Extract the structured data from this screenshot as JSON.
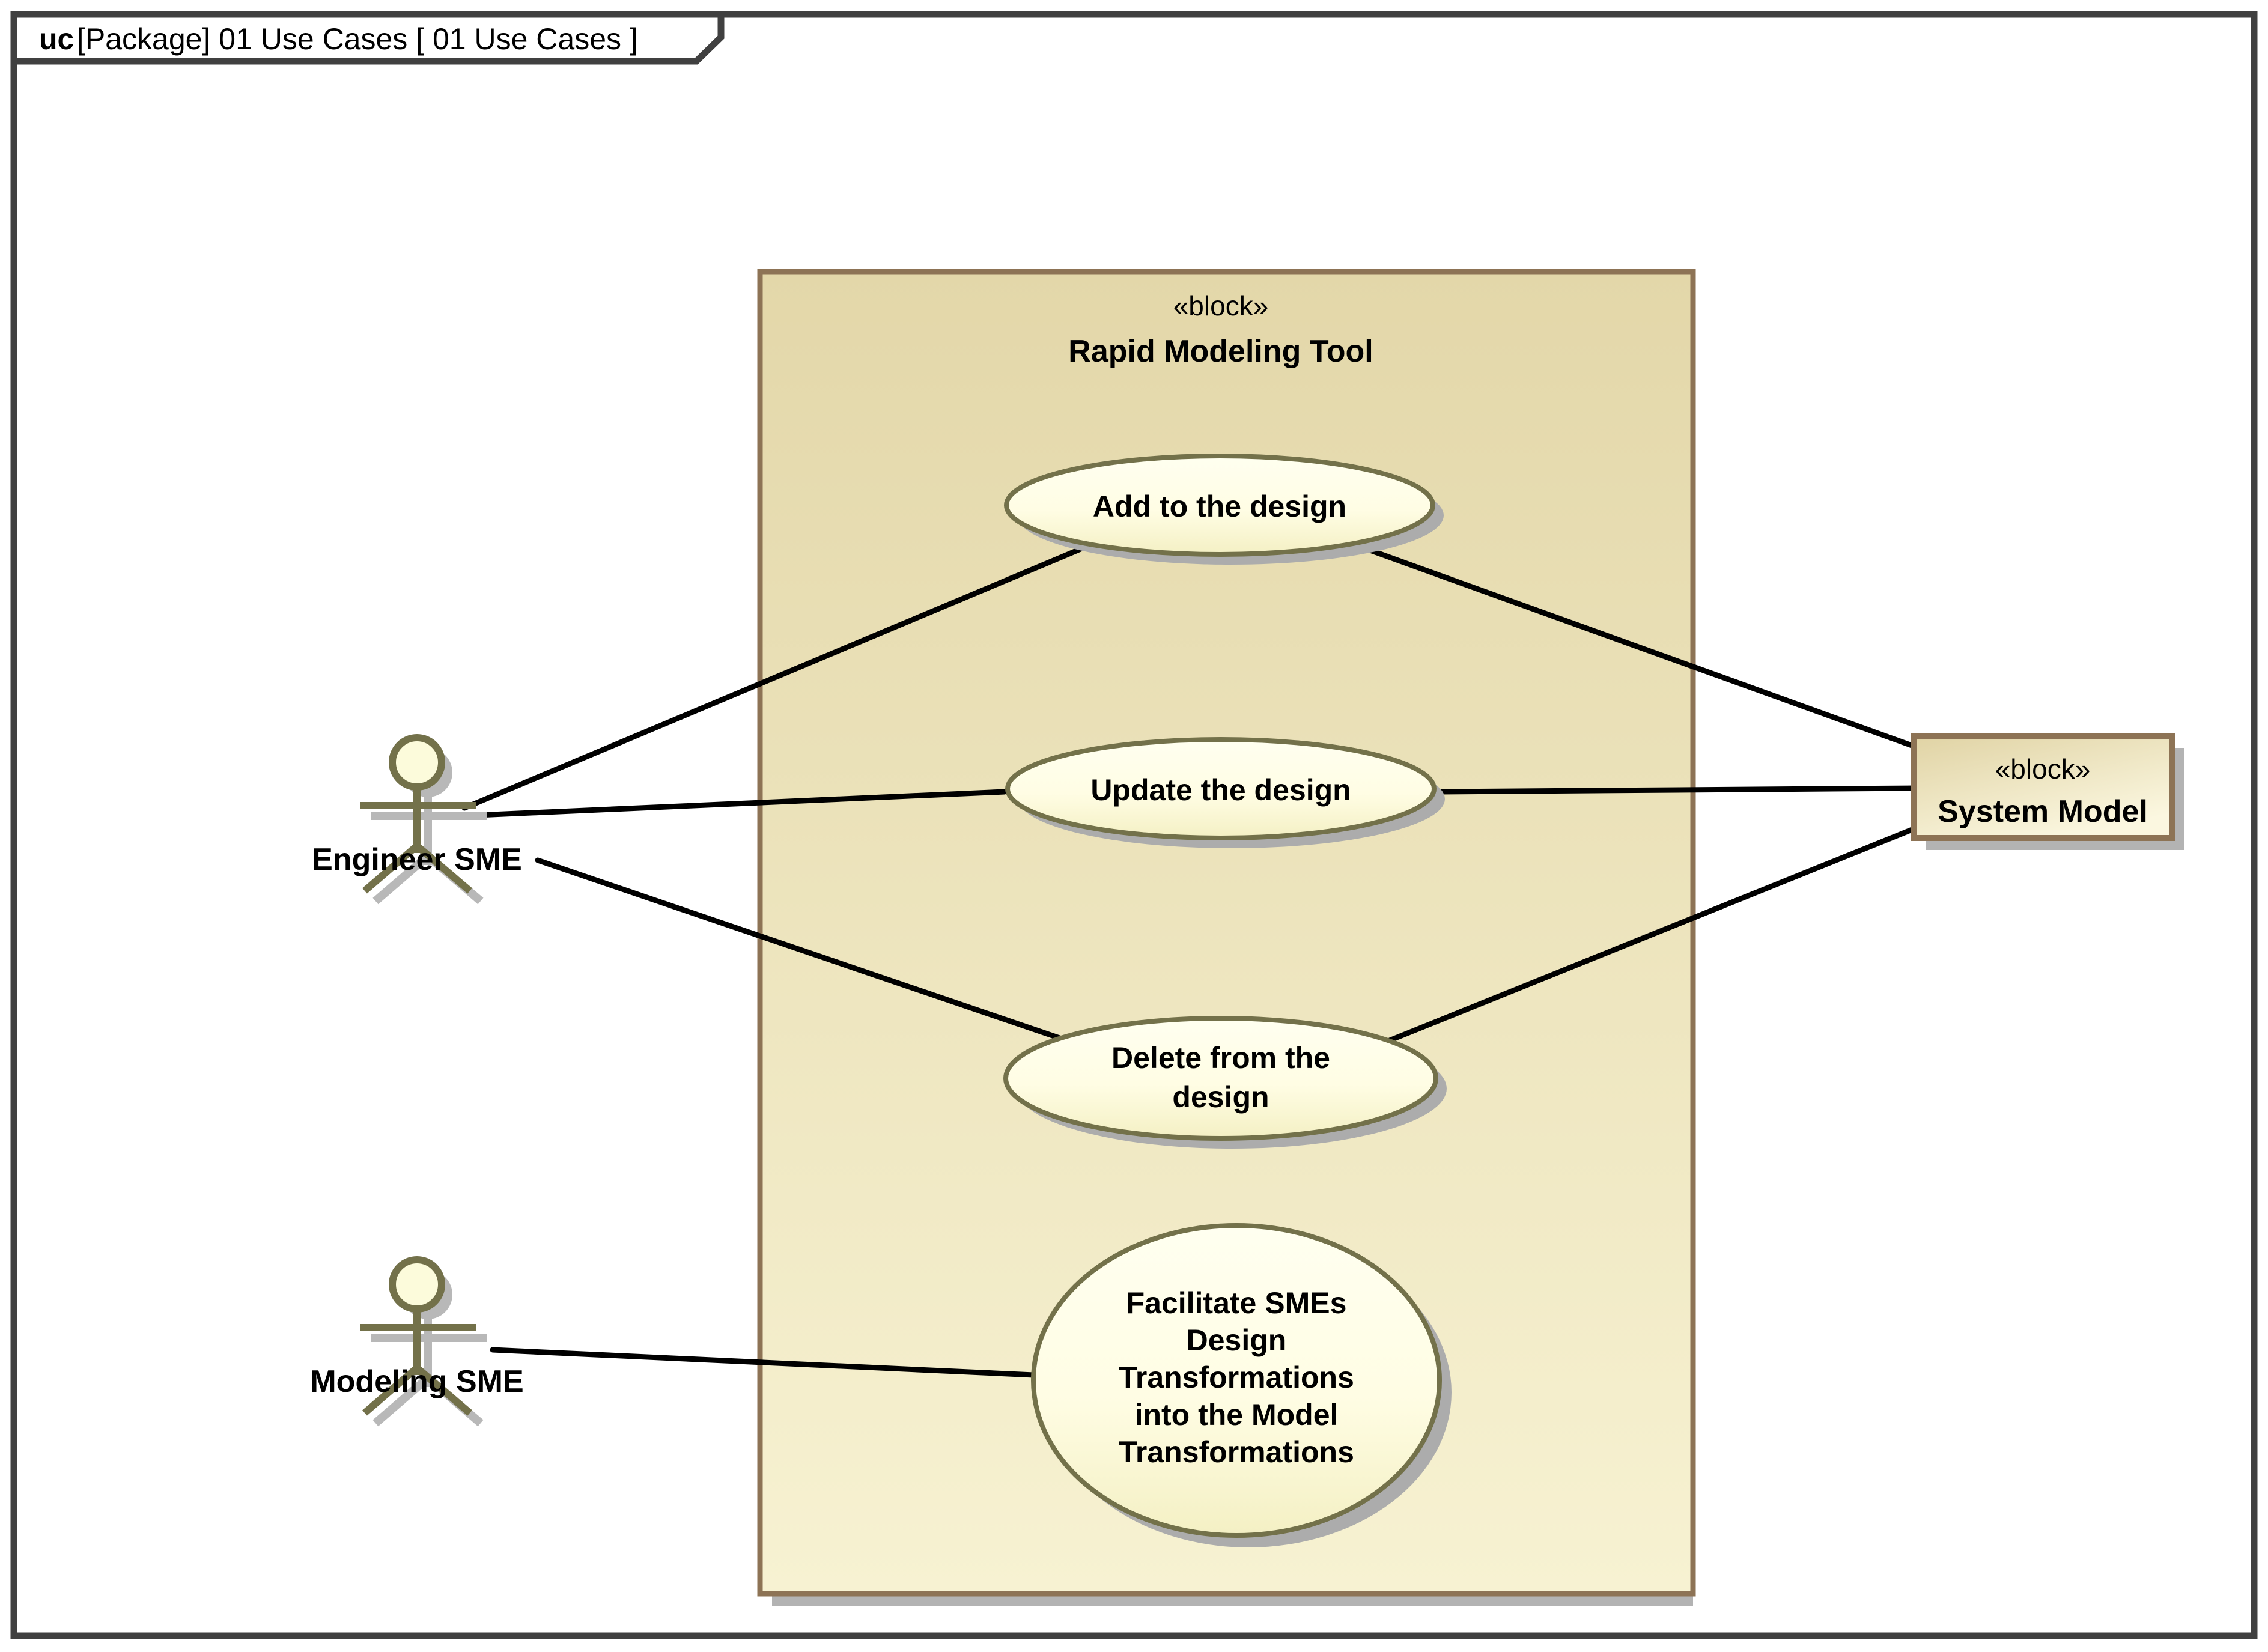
{
  "diagram": {
    "kind": "uml-use-case-diagram",
    "frame": {
      "header_keyword": "uc",
      "header_text": "[Package] 01 Use Cases [ 01 Use Cases ]",
      "border_color": "#404040",
      "background": "#ffffff"
    },
    "boundary": {
      "stereotype": "«block»",
      "name": "Rapid Modeling Tool",
      "fill_top": "#E3D7A9",
      "fill_bottom": "#F7F2D2",
      "border_color": "#8D7355",
      "shadow_color": "#B3B3B3"
    },
    "external_block": {
      "stereotype": "«block»",
      "name": "System Model",
      "fill_top": "#E3D7A9",
      "fill_bottom": "#FAF6DC",
      "border_color": "#8D7355",
      "shadow_color": "#B3B3B3"
    },
    "use_cases": [
      {
        "id": "add",
        "name": "Add to the design",
        "lines": [
          "Add to the design"
        ]
      },
      {
        "id": "update",
        "name": "Update the design",
        "lines": [
          "Update the design"
        ]
      },
      {
        "id": "delete",
        "name": "Delete from the design",
        "lines": [
          "Delete from the",
          "design"
        ]
      },
      {
        "id": "facilitate",
        "name": "Facilitate SMEs Design Transformations into the Model Transformations",
        "lines": [
          "Facilitate SMEs",
          "Design",
          "Transformations",
          "into the Model",
          "Transformations"
        ]
      }
    ],
    "use_case_style": {
      "fill_top": "#FFFFEC",
      "fill_bottom": "#F6F2C9",
      "border_color": "#73714A",
      "shadow_color": "#ACACAC"
    },
    "actors": [
      {
        "id": "engineer",
        "name": "Engineer SME"
      },
      {
        "id": "modeling",
        "name": "Modeling SME"
      }
    ],
    "actor_style": {
      "stroke_color": "#73714A",
      "head_fill": "#FCFBDB",
      "shadow_color": "#B8B8B8"
    },
    "associations": [
      {
        "from": "engineer",
        "to": "add"
      },
      {
        "from": "engineer",
        "to": "update"
      },
      {
        "from": "engineer",
        "to": "delete"
      },
      {
        "from": "modeling",
        "to": "facilitate"
      },
      {
        "from": "add",
        "to": "external_block"
      },
      {
        "from": "update",
        "to": "external_block"
      },
      {
        "from": "delete",
        "to": "external_block"
      }
    ],
    "association_color": "#000000"
  }
}
